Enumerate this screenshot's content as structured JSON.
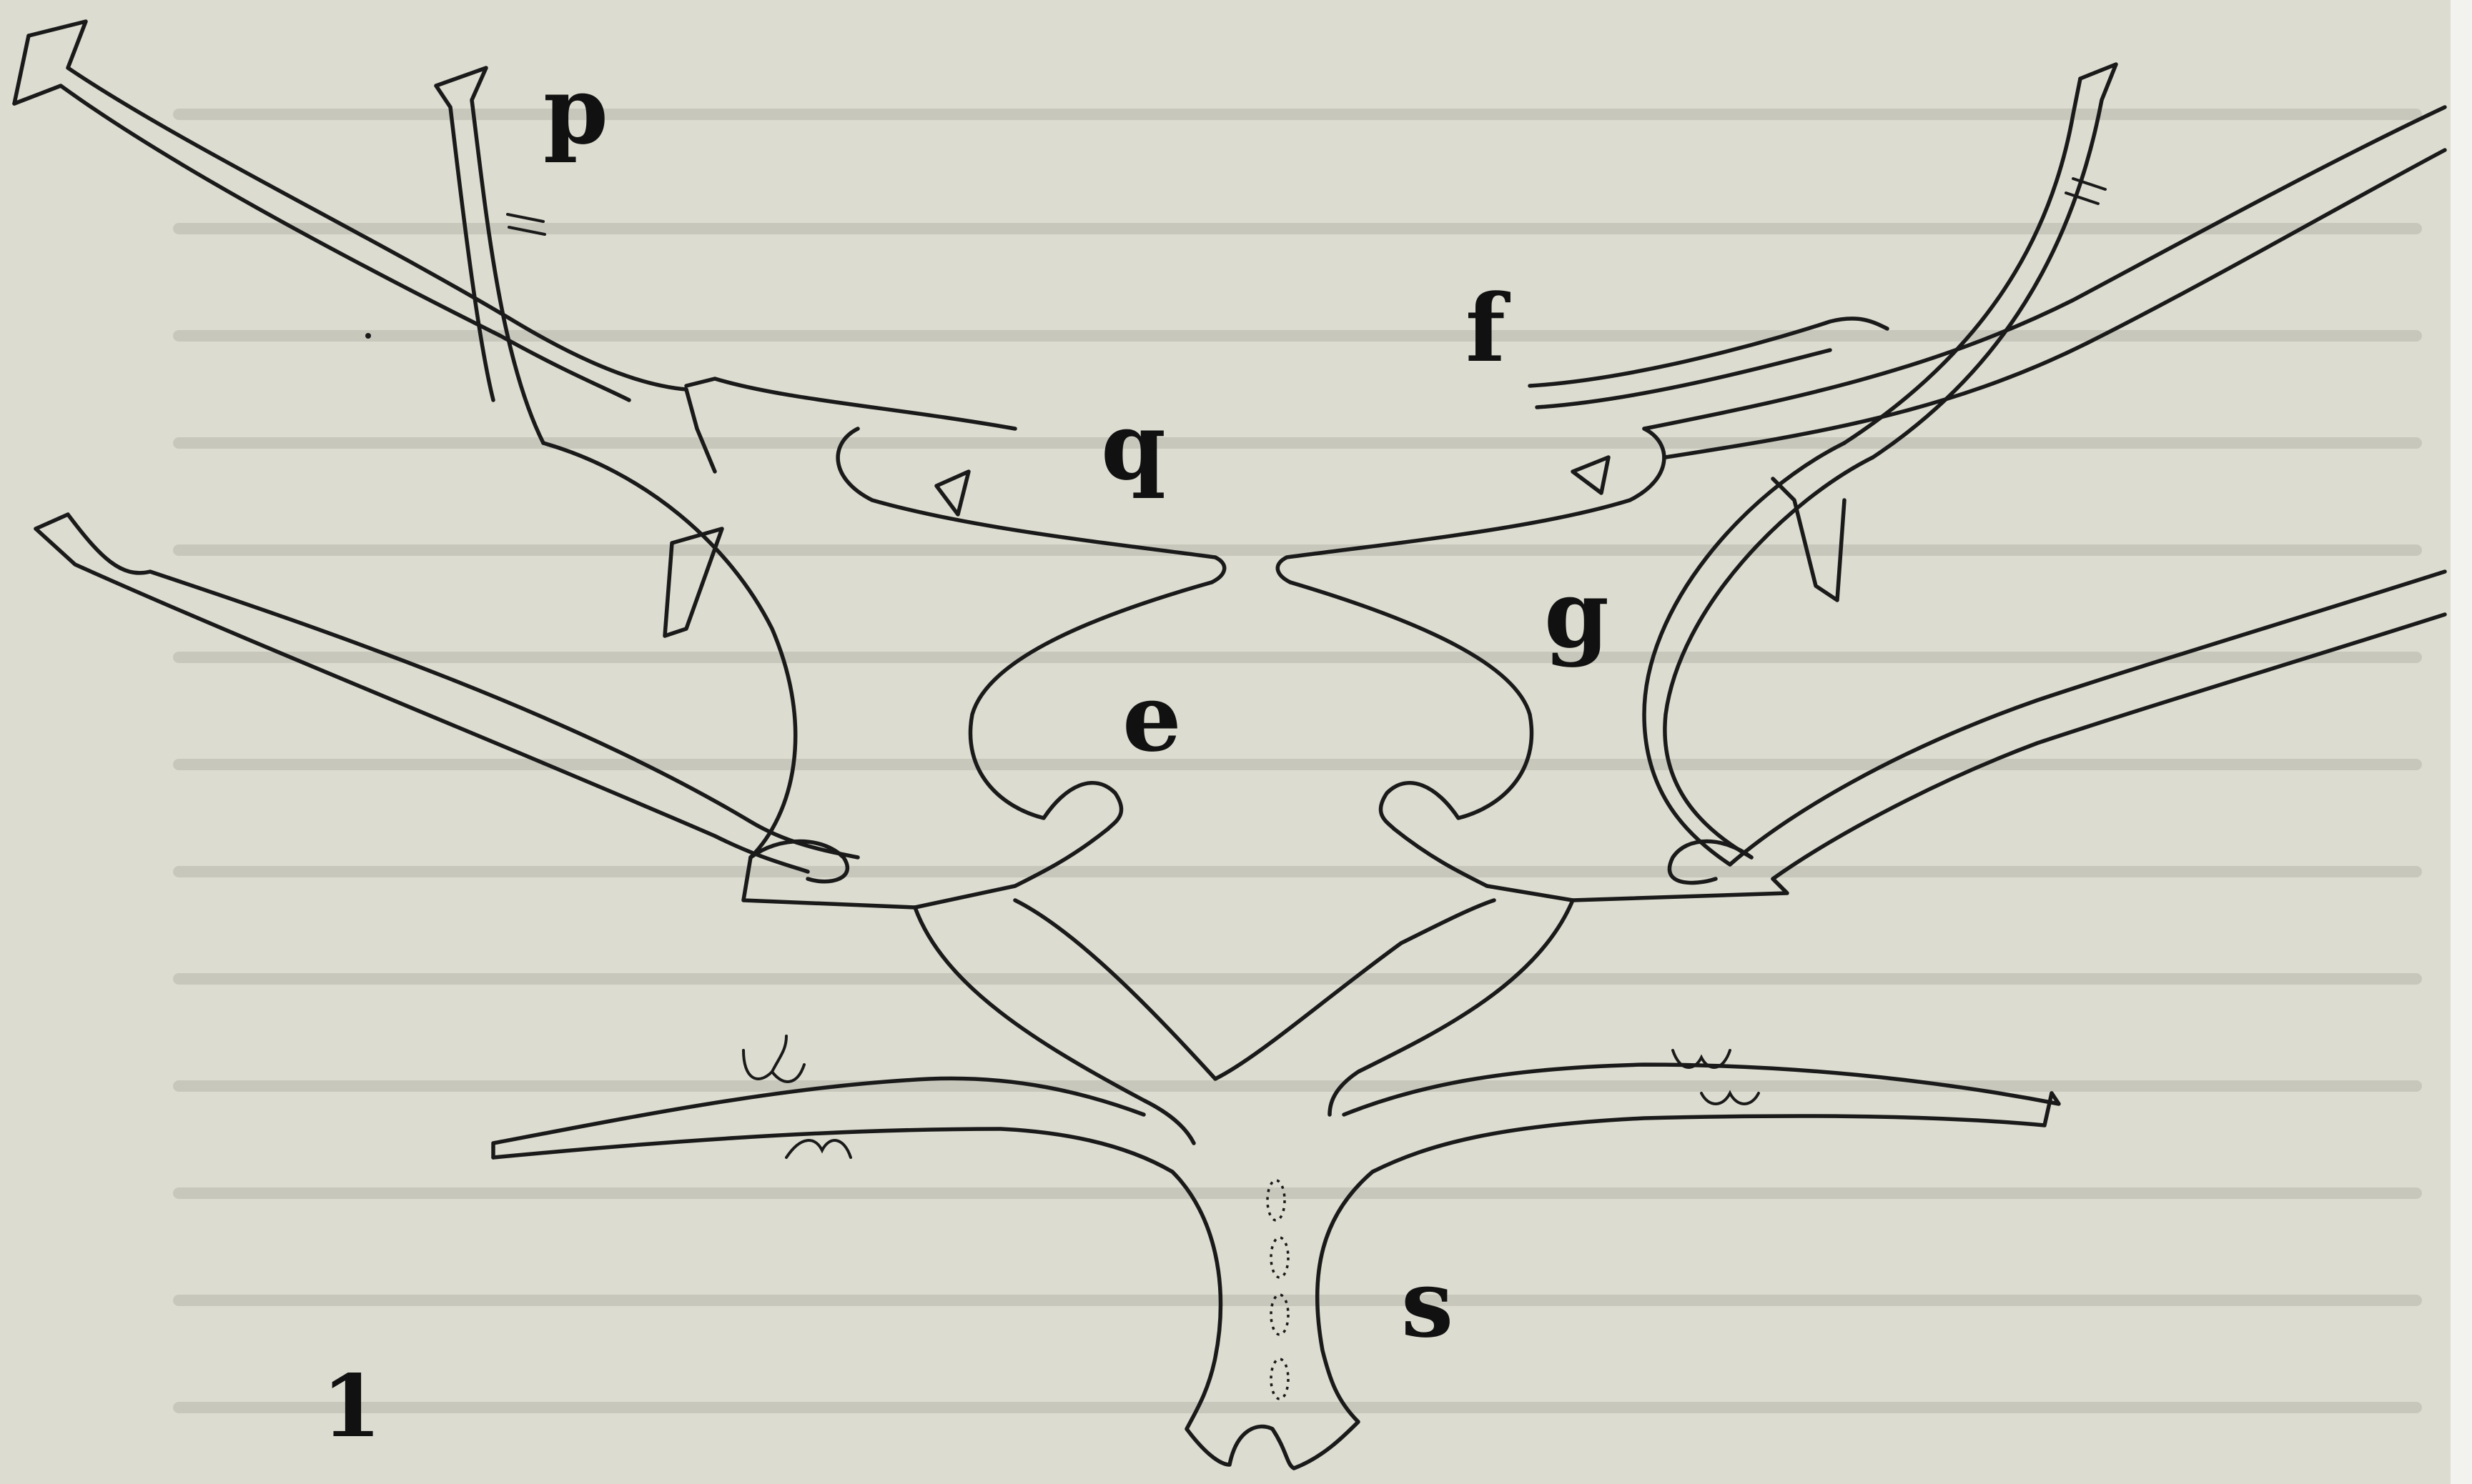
{
  "figure": {
    "number": "1",
    "labels": {
      "p": "p",
      "f": "f",
      "q": "q",
      "g": "g",
      "e": "e",
      "s": "s"
    }
  },
  "colors": {
    "paper": "#dcdcd0",
    "ink": "#1a1a1a",
    "show_through": "#7a7a74"
  }
}
